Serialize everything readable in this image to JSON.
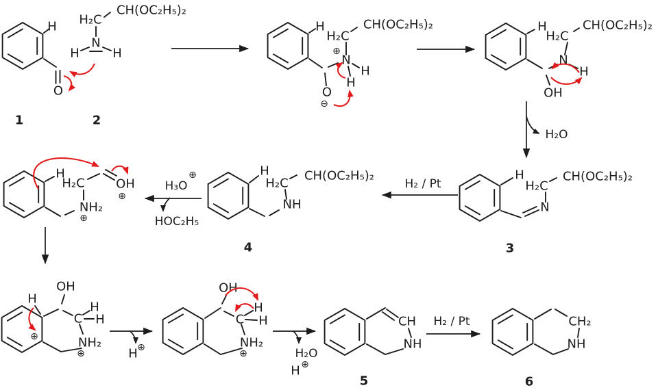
{
  "colors": {
    "ink": "#1c1c1c",
    "mechanism_arrow_red": "#e31b1c"
  },
  "compounds": {
    "c1": {
      "num": "1",
      "ring_h": "H",
      "o": "O"
    },
    "c2": {
      "num": "2",
      "ch2": "H₂C",
      "acetal": "CH(OC₂H₅)₂",
      "n": "N",
      "h_left": "H",
      "h_right": "H"
    },
    "i1": {
      "ring_h": "H",
      "ch2": "H₂C",
      "acetal": "CH(OC₂H₅)₂",
      "n": "N",
      "n_plus": "⊕",
      "h_right": "H",
      "h_down": "H",
      "o": "O",
      "o_minus": "⊖"
    },
    "i2": {
      "ring_h": "H",
      "ch2": "H₂C",
      "acetal": "CH(OC₂H₅)₂",
      "n": "N",
      "h": "H",
      "oh": "OH"
    },
    "c3": {
      "num": "3",
      "ring_h": "H",
      "ch2": "H₂C",
      "acetal": "CH(OC₂H₅)₂",
      "n": "N"
    },
    "c4": {
      "num": "4",
      "ring_h": "H",
      "ch2": "H₂C",
      "acetal": "CH(OC₂H₅)₂",
      "nh": "NH"
    },
    "i3": {
      "ring_h": "H",
      "ch2": "H₂C",
      "oh": "OH",
      "oh_plus": "⊕",
      "nh2": "NH₂",
      "n_plus": "⊕"
    },
    "i4": {
      "oh": "OH",
      "junction_h": "H",
      "c": "C",
      "h_top": "H",
      "h_right": "H",
      "nh2": "NH₂",
      "n_plus": "⊕",
      "ring_plus": "⊕"
    },
    "i5": {
      "oh": "OH",
      "c": "C",
      "h_top": "H",
      "h_right": "H",
      "nh2": "NH₂",
      "n_plus": "⊕"
    },
    "c5": {
      "num": "5",
      "ch": "CH",
      "nh": "NH"
    },
    "c6": {
      "num": "6",
      "ch2": "CH₂",
      "nh": "NH"
    }
  },
  "steps": {
    "s3_water": "H₂O",
    "s4_reagent": "H₂ / Pt",
    "s5_acid": "H₃O",
    "s5_acid_plus": "⊕",
    "s5_byproduct": "HOC₂H₅",
    "s7_h": "H",
    "s7_plus": "⊕",
    "s8_water": "H₂O",
    "s8_h": "H",
    "s8_plus": "⊕",
    "s9_reagent": "H₂ / Pt"
  }
}
